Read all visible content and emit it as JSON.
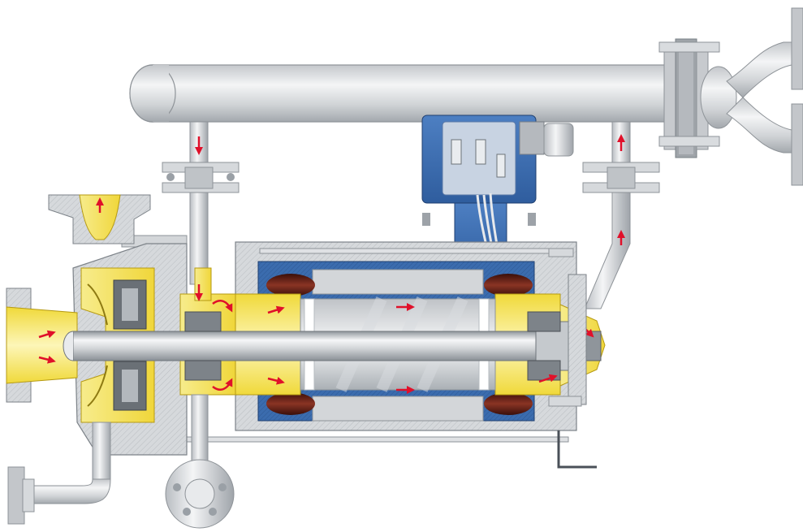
{
  "diagram": {
    "components": [
      {
        "id": "suction-inlet",
        "name": "suction-inlet"
      },
      {
        "id": "discharge-nozzle",
        "name": "discharge-nozzle"
      },
      {
        "id": "impeller",
        "name": "impeller"
      },
      {
        "id": "shaft",
        "name": "shaft"
      },
      {
        "id": "rotor",
        "name": "rotor"
      },
      {
        "id": "stator-winding",
        "name": "stator-winding"
      },
      {
        "id": "terminal-box",
        "name": "terminal-box"
      },
      {
        "id": "heat-exchanger-pipe",
        "name": "heat-exchanger-pipe"
      },
      {
        "id": "return-pipe",
        "name": "return-pipe"
      },
      {
        "id": "drain-pipe",
        "name": "drain-pipe"
      },
      {
        "id": "bearing",
        "name": "bearing"
      },
      {
        "id": "flow-arrow",
        "name": "flow-arrow"
      }
    ],
    "colors": {
      "steel_light": "#e2e4e6",
      "steel_mid": "#c9ccd0",
      "steel_dark": "#9da2a8",
      "fluid": "#f2e04a",
      "fluid_light": "#fbf3a8",
      "stator_blue": "#3a6db0",
      "terminal_blue": "#5a86c4",
      "winding": "#6a2418",
      "arrow_red": "#e0102a"
    }
  }
}
